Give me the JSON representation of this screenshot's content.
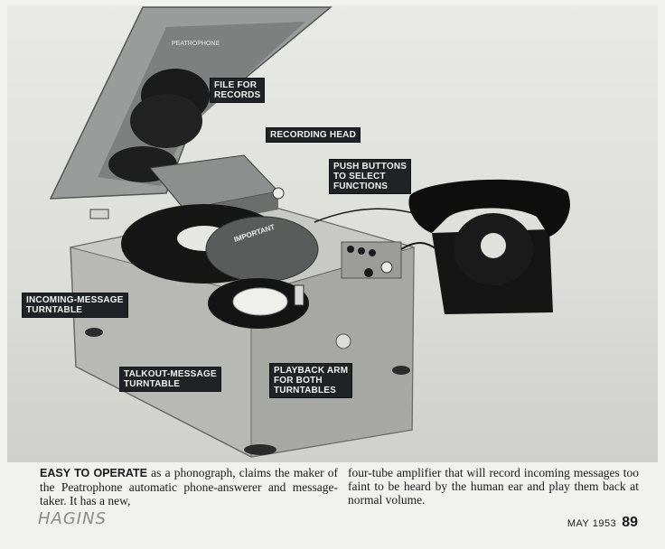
{
  "callouts": {
    "file_records": [
      "FILE FOR",
      "RECORDS"
    ],
    "recording_head": [
      "RECORDING HEAD"
    ],
    "push_buttons": [
      "PUSH BUTTONS",
      "TO SELECT",
      "FUNCTIONS"
    ],
    "incoming_turntable": [
      "INCOMING-MESSAGE",
      "TURNTABLE"
    ],
    "talkout_turntable": [
      "TALKOUT-MESSAGE",
      "TURNTABLE"
    ],
    "playback_arm": [
      "PLAYBACK ARM",
      "FOR BOTH",
      "TURNTABLES"
    ]
  },
  "device_labels": {
    "lid_brand": "PEATROPHONE",
    "important_card": "IMPORTANT"
  },
  "caption": {
    "lead": "EASY TO OPERATE",
    "left_text": " as a phonograph, claims the maker of the Peatrophone automatic phone-answerer and message-taker. It has a new,",
    "right_text": "four-tube amplifier that will record incoming messages too faint to be heard by the human ear and play them back at normal volume."
  },
  "signature": "HAGINS",
  "footer": {
    "date": "MAY 1953",
    "page_number": "89"
  }
}
